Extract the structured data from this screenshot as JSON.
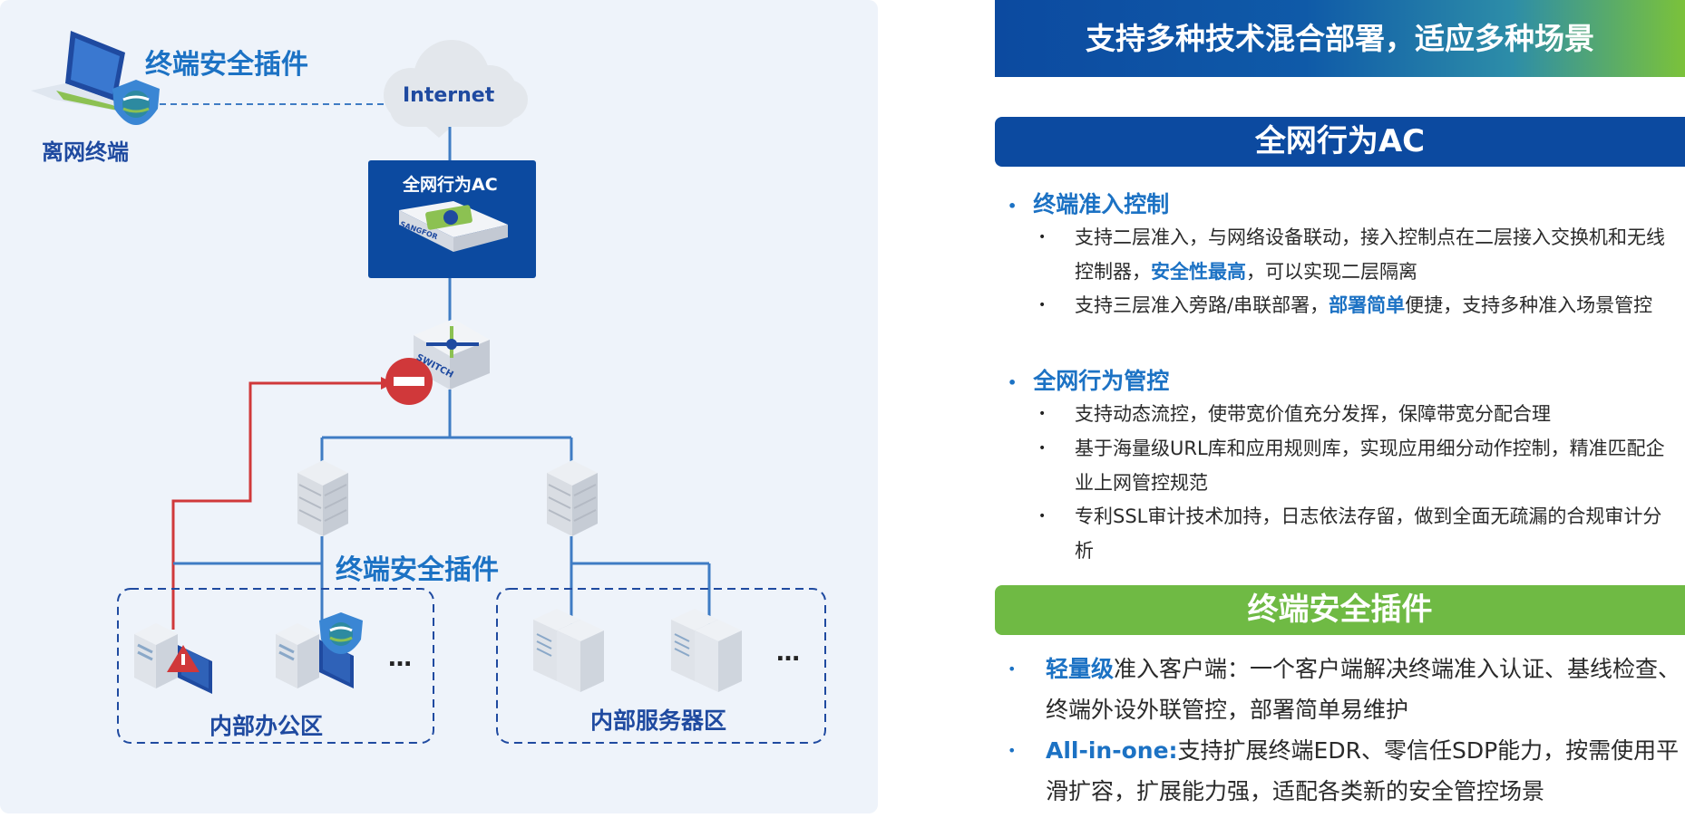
{
  "diagram": {
    "offline_plugin_label": "终端安全插件",
    "offline_terminal_label": "离网终端",
    "internet_label": "Internet",
    "ac_label": "全网行为AC",
    "ac_brand": "SANGFOR",
    "switch_label": "SWITCH",
    "plugin_label": "终端安全插件",
    "office_zone_label": "内部办公区",
    "server_zone_label": "内部服务器区",
    "ellipsis_office": "…",
    "ellipsis_server": "…"
  },
  "panel": {
    "banner": "支持多种技术混合部署，适应多种场景",
    "section1": {
      "title": "全网行为AC",
      "group1": {
        "title": "终端准入控制",
        "items": [
          {
            "a": "支持二层准入，与网络设备联动，接入控制点在二层接入交换机和无线控制器，",
            "hl": "安全性最高",
            "b": "，可以实现二层隔离"
          },
          {
            "a": "支持三层准入旁路/串联部署，",
            "hl": "部署简单",
            "b": "便捷，支持多种准入场景管控"
          }
        ]
      },
      "group2": {
        "title": "全网行为管控",
        "items": [
          "支持动态流控，使带宽价值充分发挥，保障带宽分配合理",
          "基于海量级URL库和应用规则库，实现应用细分动作控制，精准匹配企业上网管控规范",
          "专利SSL审计技术加持，日志依法存留，做到全面无疏漏的合规审计分析"
        ]
      }
    },
    "section2": {
      "title": "终端安全插件",
      "items": [
        {
          "hl": "轻量级",
          "text": "准入客户端：一个客户端解决终端准入认证、基线检查、终端外设外联管控，部署简单易维护"
        },
        {
          "hl": "All-in-one:",
          "text": "支持扩展终端EDR、零信任SDP能力，按需使用平滑扩容，扩展能力强，适配各类新的安全管控场景"
        }
      ]
    }
  },
  "colors": {
    "dark_blue": "#0c4aa0",
    "accent_blue": "#1c72c4",
    "green": "#6fba44",
    "line_blue": "#3f7cc4",
    "alert_red": "#d0383a"
  }
}
